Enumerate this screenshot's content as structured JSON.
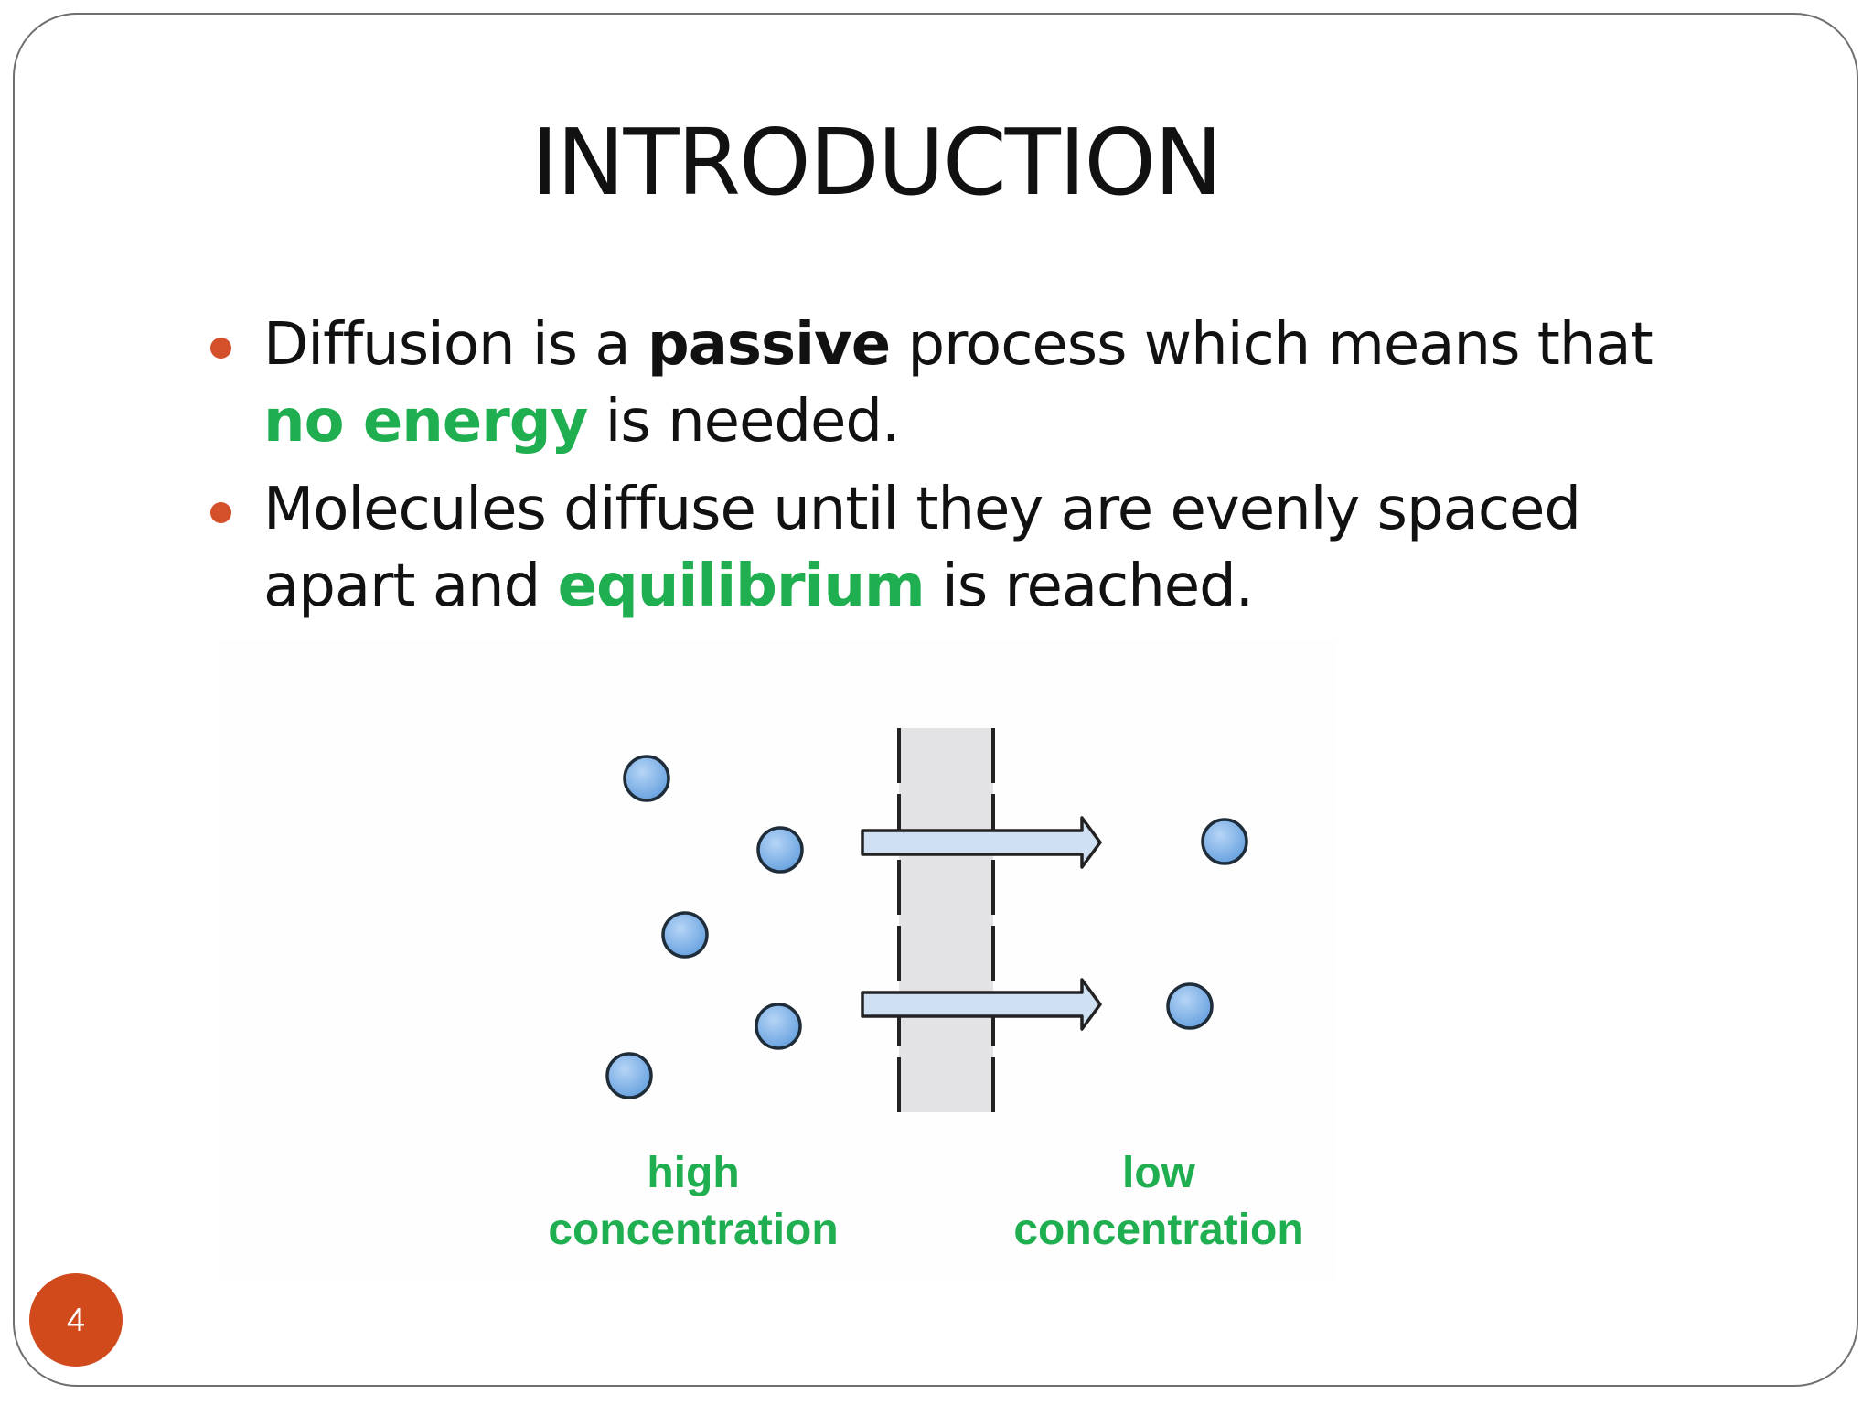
{
  "slide": {
    "title": "INTRODUCTION",
    "bullets": [
      {
        "parts": {
          "t1": "Diffusion is a ",
          "t2": "passive",
          "t3": " process which means that ",
          "t4": "no energy",
          "t5": " is needed."
        }
      },
      {
        "parts": {
          "t1": "Molecules diffuse until they are evenly spaced apart and ",
          "t2": "equilibrium",
          "t3": " is reached."
        }
      }
    ],
    "diagram": {
      "left_label": "high concentration",
      "right_label": "low concentration"
    },
    "page_number": "4",
    "colors": {
      "accent_green": "#1fae50",
      "bullet_orange": "#d4502a",
      "molecule_blue": "#79aee6",
      "membrane_gray": "#e3e2e4"
    }
  }
}
